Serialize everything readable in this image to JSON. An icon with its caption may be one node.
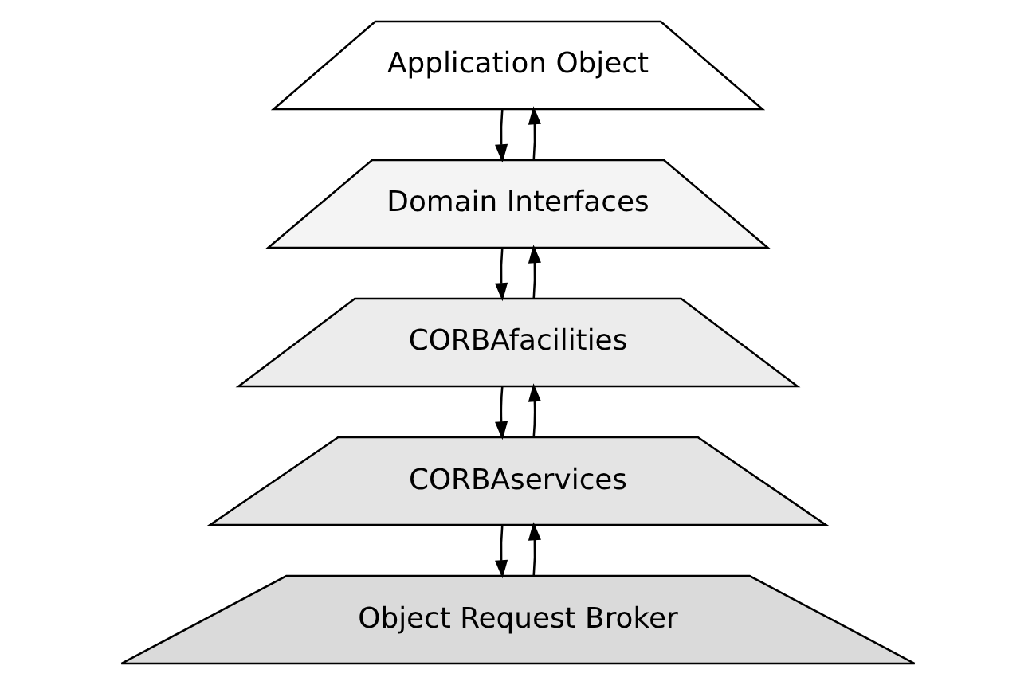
{
  "diagram": {
    "nodes": [
      {
        "text": [
          "Application Object"
        ]
      },
      {
        "text": [
          "Domain Interfaces"
        ]
      },
      {
        "text": [
          "CORBAfacilities"
        ]
      },
      {
        "text": [
          "CORBAservices"
        ]
      },
      {
        "text": [
          "Object Request Broker"
        ]
      }
    ],
    "edges": [
      {
        "from": 0,
        "to": 1,
        "arrow": "to"
      },
      {
        "from": 1,
        "to": 0,
        "arrow": "to"
      },
      {
        "from": 1,
        "to": 2,
        "arrow": "to"
      },
      {
        "from": 2,
        "to": 1,
        "arrow": "to"
      },
      {
        "from": 2,
        "to": 3,
        "arrow": "to"
      },
      {
        "from": 3,
        "to": 2,
        "arrow": "to"
      },
      {
        "from": 3,
        "to": 4,
        "arrow": "to"
      },
      {
        "from": 4,
        "to": 3,
        "arrow": "to"
      }
    ]
  }
}
